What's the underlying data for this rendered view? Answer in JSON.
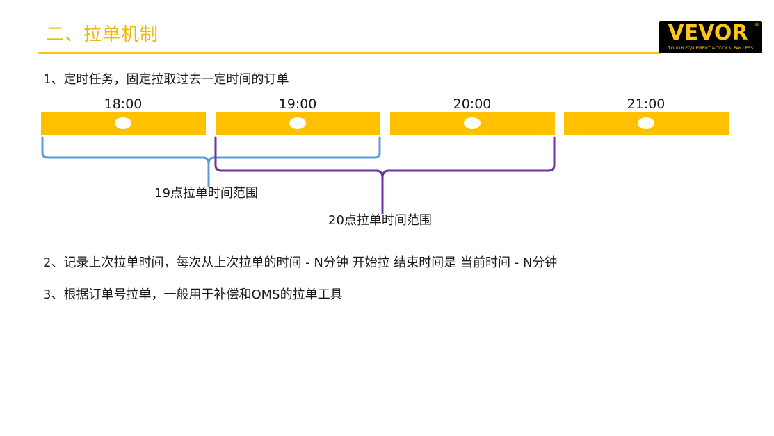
{
  "slide": {
    "title": "二、拉单机制"
  },
  "logo": {
    "wordmark": "VEVOR",
    "registered_mark": "®",
    "tagline": "TOUGH EQUIPMENT & TOOLS, PAY LESS"
  },
  "points": [
    "1、定时任务，固定拉取过去一定时间的订单",
    "2、记录上次拉单时间，每次从上次拉单的时间 - N分钟 开始拉 结束时间是 当前时间 - N分钟",
    "3、根据订单号拉单，一般用于补偿和OMS的拉单工具"
  ],
  "timeline": {
    "slots": [
      {
        "label": "18:00"
      },
      {
        "label": "19:00"
      },
      {
        "label": "20:00"
      },
      {
        "label": "21:00"
      }
    ],
    "ranges": [
      {
        "label": "19点拉单时间范围",
        "color": "#5B9BD5"
      },
      {
        "label": "20点拉单时间范围",
        "color": "#7030A0"
      }
    ]
  },
  "colors": {
    "accent": "#FFC000",
    "title": "#F2B705",
    "rule": "#FFC61A",
    "logo_bg": "#000000"
  }
}
